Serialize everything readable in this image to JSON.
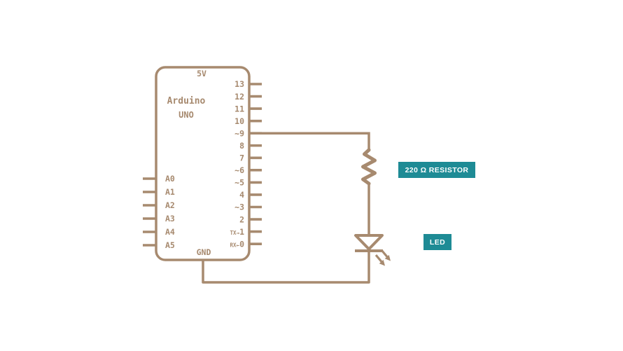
{
  "colors": {
    "circuit": "#a78a6f",
    "label_bg": "#1e8b95",
    "label_text": "#ffffff",
    "background": "#ffffff"
  },
  "board": {
    "name_line1": "Arduino",
    "name_line2": "UNO",
    "power_pin_top": "5V",
    "power_pin_bottom": "GND",
    "digital_pins": [
      {
        "prefix": "",
        "label": "13"
      },
      {
        "prefix": "",
        "label": "12"
      },
      {
        "prefix": "",
        "label": "11"
      },
      {
        "prefix": "",
        "label": "10"
      },
      {
        "prefix": "~",
        "label": "9"
      },
      {
        "prefix": "",
        "label": "8"
      },
      {
        "prefix": "",
        "label": "7"
      },
      {
        "prefix": "~",
        "label": "6"
      },
      {
        "prefix": "~",
        "label": "5"
      },
      {
        "prefix": "",
        "label": "4"
      },
      {
        "prefix": "~",
        "label": "3"
      },
      {
        "prefix": "",
        "label": "2"
      },
      {
        "prefix": "TX→",
        "label": "1"
      },
      {
        "prefix": "RX←",
        "label": "0"
      }
    ],
    "analog_pins": [
      "A0",
      "A1",
      "A2",
      "A3",
      "A4",
      "A5"
    ]
  },
  "components": {
    "resistor": {
      "label": "220 Ω RESISTOR"
    },
    "led": {
      "label": "LED"
    }
  },
  "connections": [
    {
      "from": "pin ~9",
      "to": "resistor top"
    },
    {
      "from": "resistor bottom",
      "to": "LED anode"
    },
    {
      "from": "LED cathode",
      "to": "GND"
    }
  ]
}
